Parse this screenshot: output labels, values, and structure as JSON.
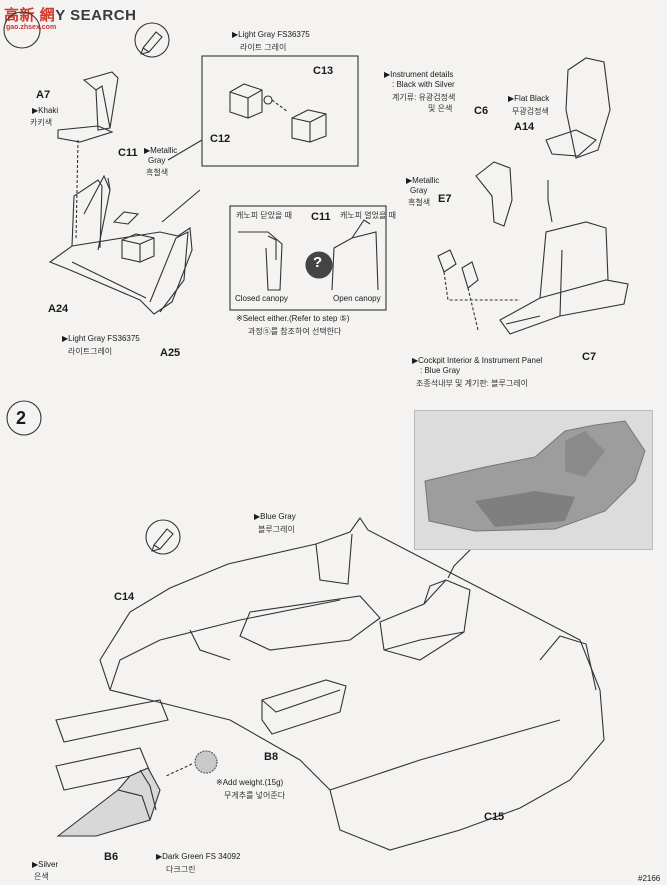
{
  "watermark": {
    "prefix": "高",
    "text": "新 網",
    "suffix": "Y SEARCH",
    "sub": "gao.zhsex.com"
  },
  "step2_number": "2",
  "step2_title": "",
  "parts": {
    "A7": "A7",
    "C11": "C11",
    "C11b": "C11",
    "C12": "C12",
    "C13": "C13",
    "A24": "A24",
    "A25": "A25",
    "C6": "C6",
    "A14": "A14",
    "E7": "E7",
    "C7": "C7",
    "C14": "C14",
    "B8": "B8",
    "B6": "B6",
    "C15": "C15"
  },
  "colors": {
    "khaki_en": "Khaki",
    "khaki_kr": "카키색",
    "metallic_gray_en_1": "Metallic",
    "metallic_gray_en_2": "Gray",
    "metallic_gray_kr": "흑철색",
    "light_gray_en": "Light Gray FS36375",
    "light_gray_kr": "라이트 그레이",
    "light_gray2_en": "Light Gray FS36375",
    "light_gray2_kr": "라이트그레이",
    "instrument_en_1": "Instrument details",
    "instrument_en_2": ": Black with Silver",
    "instrument_kr_1": "계기류: 유광검정색",
    "instrument_kr_2": "및 은색",
    "flat_black_en": "Flat Black",
    "flat_black_kr": "무광검정색",
    "metallic_gray2_en_1": "Metallic",
    "metallic_gray2_en_2": "Gray",
    "metallic_gray2_kr": "흑철색",
    "cockpit_en_1": "Cockpit Interior & Instrument Panel",
    "cockpit_en_2": ": Blue Gray",
    "cockpit_kr": "조종석내부 및 계기판: 블루그레이",
    "blue_gray_en": "Blue Gray",
    "blue_gray_kr": "블루그레이",
    "silver_en": "Silver",
    "silver_kr": "은색",
    "dark_green_en": "Dark Green FS 34092",
    "dark_green_kr": "다크그린"
  },
  "canopy": {
    "closed_kr": "캐노피 닫았을 때",
    "open_kr": "캐노피 열었을 때",
    "closed_en": "Closed canopy",
    "open_en": "Open canopy",
    "select_en": "※Select either.(Refer to step ⑤)",
    "select_kr": "과정⑤를 참조하여 선택한다",
    "question": "?"
  },
  "weight": {
    "en": "※Add weight.(15g)",
    "kr": "무게추를 넣어준다"
  },
  "footer_code": "#2166"
}
